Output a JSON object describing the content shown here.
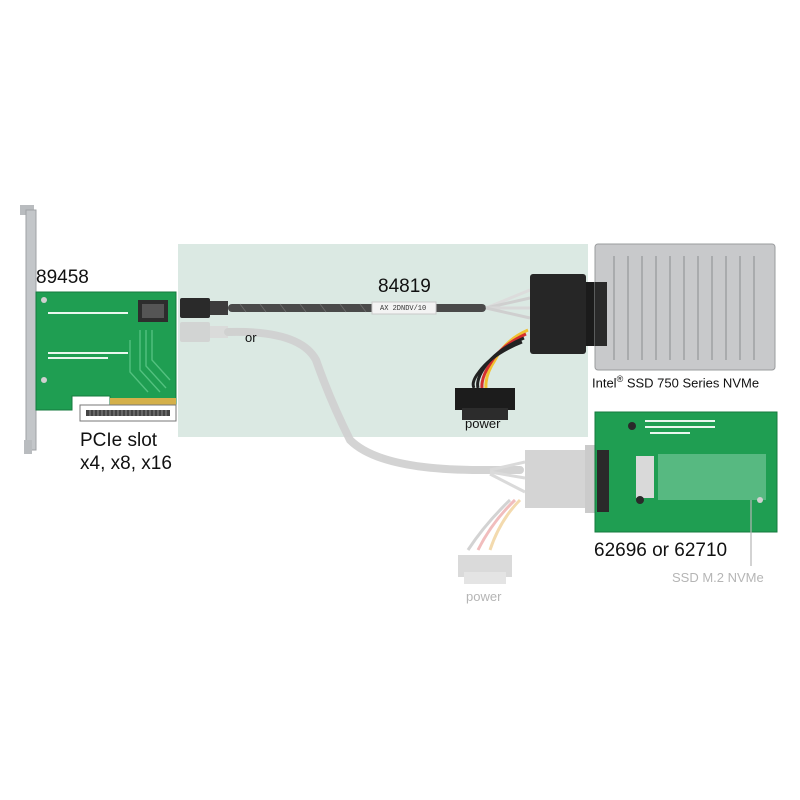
{
  "labels": {
    "card_id": "89458",
    "cable_id": "84819",
    "or_text": "or",
    "pcie_line1": "PCIe slot",
    "pcie_line2": "x4, x8, x16",
    "power1": "power",
    "power2": "power",
    "ssd750_brand": "Intel",
    "ssd750_reg": "®",
    "ssd750_rest": " SSD 750 Series NVMe",
    "m2_ids": "62696 or 62710",
    "m2_desc": "SSD M.2 NVMe",
    "cable_print": "AX 2DNDV/10"
  },
  "colors": {
    "highlight": "#dbe9e3",
    "pcb_green": "#1f9e52",
    "bracket_gray": "#b9bcbf",
    "cable_dark": "#4a4a4a",
    "cable_light": "#c9c9c9",
    "faded_text": "#b5b5b5"
  },
  "icons": {
    "card": "pcie-adapter-card-icon",
    "ssd": "u2-ssd-icon",
    "m2_adapter": "m2-adapter-board-icon",
    "connector": "pcie-slot-connector-icon"
  }
}
